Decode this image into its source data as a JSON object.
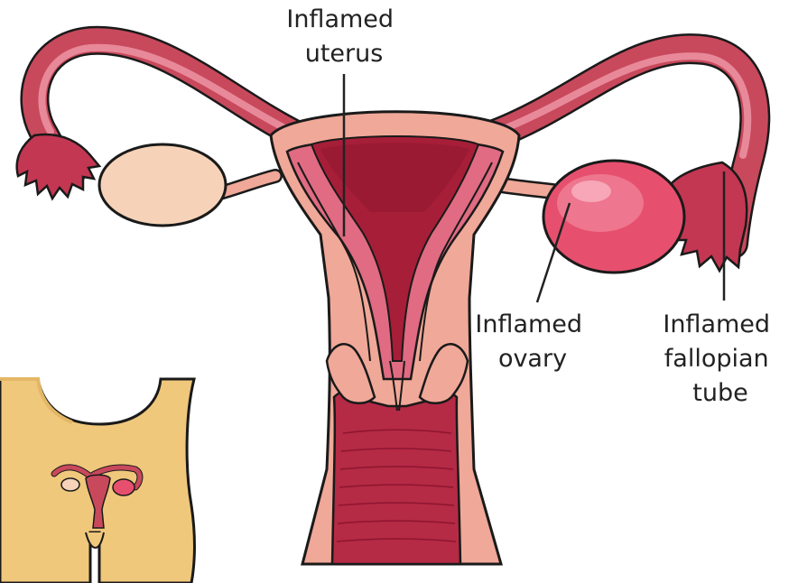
{
  "labels": {
    "uterus": [
      "Inflamed",
      "uterus"
    ],
    "ovary": [
      "Inflamed",
      "ovary"
    ],
    "fallopian_tube": [
      "Inflamed",
      "fallopian",
      "tube"
    ]
  },
  "colors": {
    "outline": "#1a1a1a",
    "tube_outer": "#c8495c",
    "tube_inner": "#e8899a",
    "uterus_wall": "#f0a898",
    "uterus_inner_pink": "#e06b82",
    "cavity": "#a71e38",
    "cavity_dark": "#8d1530",
    "vagina": "#b52a45",
    "ovary_normal": "#f6d3b8",
    "ovary_inflamed": "#e6506e",
    "fimbria": "#c33752",
    "skin": "#f0c87c",
    "skin_shade": "#e3b766",
    "leader": "#222222"
  }
}
